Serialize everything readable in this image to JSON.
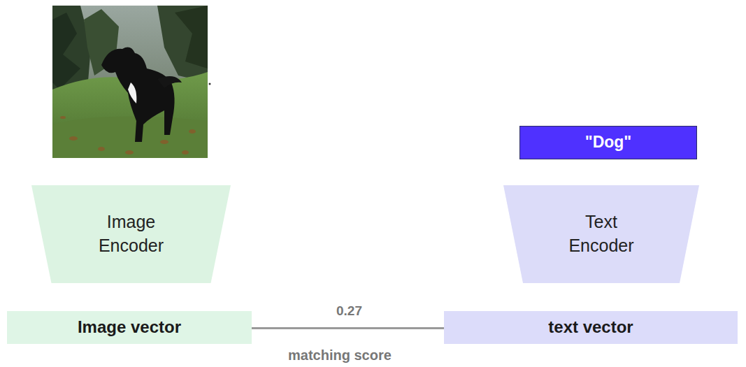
{
  "diagram": {
    "nodes": [
      {
        "text": [
          "Image Encoder"
        ]
      },
      {
        "text": [
          "\"Dog\""
        ]
      },
      {
        "text": [
          "Text Encoder"
        ]
      },
      {
        "text": [
          "Image vector"
        ]
      },
      {
        "text": [
          "text vector"
        ]
      }
    ],
    "edges": [
      {
        "from": 3,
        "to": 4,
        "arrow": "none",
        "label": "0.27"
      }
    ],
    "labels": [
      "matching score"
    ]
  }
}
